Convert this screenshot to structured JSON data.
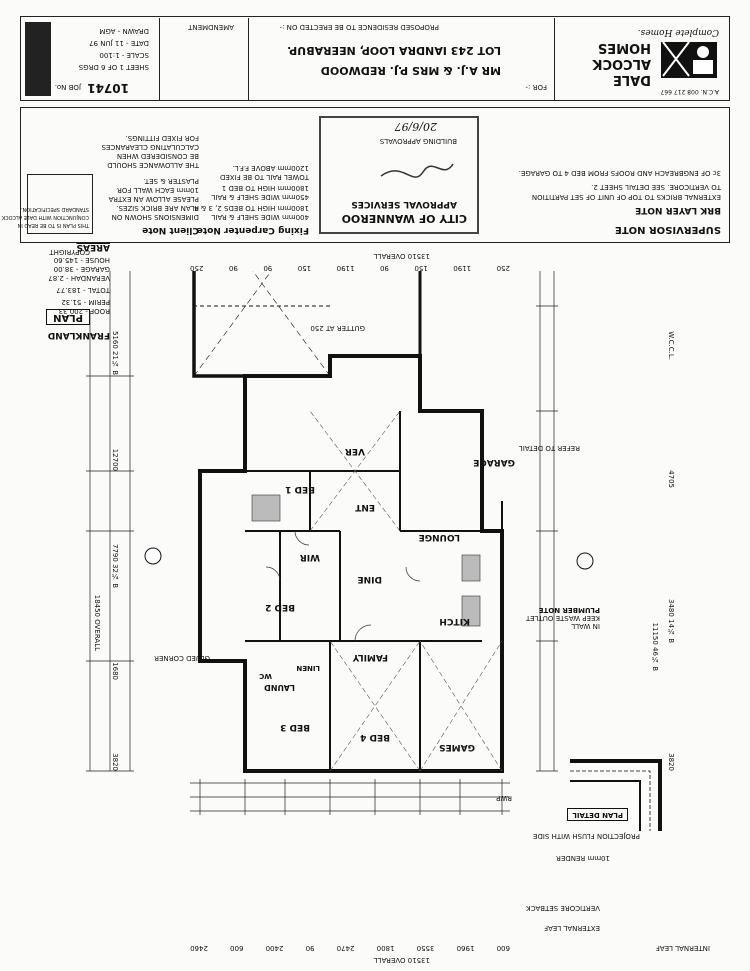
{
  "title_block": {
    "company_lines": [
      "DALE",
      "ALCOCK",
      "HOMES"
    ],
    "tagline": "Complete Homes.",
    "acn": "A.C.N. 008 217 667",
    "for_label": "FOR :-",
    "client": "MR A.J. & MRS P.J. REDWOOD",
    "lot": "LOT 243 IANDRA LOOP, NEERABUP.",
    "proposed": "PROPOSED RESIDENCE TO BE ERECTED ON :-",
    "amendment": "AMENDMENT",
    "drawn": "DRAWN - AGM",
    "date": "DATE - 11 JUN 97",
    "scale": "SCALE - 1:100",
    "sheet": "SHEET 1 OF 6 DRGS",
    "job_label": "JOB No.",
    "job_no": "10741"
  },
  "notes": {
    "supervisor_title": "SUPERVISOR NOTE",
    "brick_title": "BRK LAYER NOTE",
    "brick_1": "EXTERNAL BRICKS TO TOP OF UNIT OF SET PARTITION",
    "brick_2": "TO VERTICORE. SEE DETAIL SHEET 2.",
    "brick_3": "3c OF ENGBREACH AND ROOFS FROM BED 4 TO GARAGE.",
    "council_stamp_1": "CITY OF WANNEROO",
    "council_stamp_2": "APPROVAL SERVICES",
    "council_approved": "BUILDING APPROVALS",
    "council_date": "20/6/97",
    "fixing_title": "Fixing Carpenter Note",
    "fixing_1": "400mm WIDE SHELF & RAIL",
    "fixing_2": "1800mm HIGH TO BEDS 2, 3 & 4",
    "fixing_3": "450mm WIDE SHELF & RAIL",
    "fixing_4": "1800mm HIGH TO BED 1",
    "fixing_5": "TOWEL RAIL TO BE FIXED",
    "fixing_6": "1200mm ABOVE F.F.L.",
    "client_title": "Client Note",
    "client_1": "DIMENSIONS SHOWN ON",
    "client_2": "PLAN ARE BRICK SIZES.",
    "client_3": "PLEASE ALLOW AN EXTRA",
    "client_4": "10mm EACH WALL FOR",
    "client_5": "PLASTER & SET.",
    "allowance_1": "THE ALLOWANCE SHOULD",
    "allowance_2": "BE CONSIDERED WHEN",
    "allowance_3": "CALCULATING CLEARANCES",
    "allowance_4": "FOR FIXED FITTINGS.",
    "notice_1": "THIS PLAN IS TO BE READ IN",
    "notice_2": "CONJUNCTION WITH DALE ALCOCK",
    "notice_3": "STANDARD SPECIFICATION."
  },
  "areas": {
    "title": "AREAS",
    "house": "HOUSE - 145.60",
    "garage": "GARAGE - 38.00",
    "verandah": "VERANDAH - 2.87",
    "total": "TOTAL - 183.77",
    "perim": "PERIM - 51.32",
    "roof": "ROOF - 200.33"
  },
  "rooms": {
    "garage": "GARAGE",
    "bed1": "BED 1",
    "bed2": "BED 2",
    "bed3": "BED 3",
    "bed4": "BED 4",
    "ver": "VER",
    "ent": "ENT",
    "lounge": "LOUNGE",
    "dine": "DINE",
    "wir": "WIR",
    "kitch": "KITCH",
    "family": "FAMILY",
    "games": "GAMES",
    "laund": "LAUND",
    "linen": "LINEN",
    "wc": "WC"
  },
  "labels": {
    "plan": "PLAN",
    "frankland": "FRANKLAND",
    "copyright": "COPYRIGHT",
    "plan_detail": "PLAN DETAIL",
    "overall_top": "13510 OVERALL",
    "overall_bottom": "13510 OVERALL",
    "overall_left": "18450 OVERALL",
    "overall_right": "11150 46¼ B",
    "gutter": "GUTTER AT 250",
    "refer_detail": "REFER TO DETAIL",
    "plumber_1": "PLUMBER NOTE",
    "plumber_2": "KEEP WASTE OUTLET",
    "plumber_3": "IN WALL",
    "glued_corner": "GLUED CORNER",
    "rwp": "RWP",
    "verticore": "VERTICORE SETBACK",
    "internal_leaf": "INTERNAL LEAF",
    "external_leaf": "EXTERNAL LEAF",
    "render": "10mm RENDER",
    "projection": "PROJECTION FLUSH WITH SIDE"
  },
  "dims_top": [
    "250",
    "1190",
    "150",
    "90",
    "1190",
    "150",
    "90",
    "90",
    "250"
  ],
  "dims_bottom": [
    "600",
    "1960",
    "3550",
    "1800",
    "2470",
    "90",
    "2400",
    "600",
    "2460"
  ],
  "dims_left": [
    "3820",
    "1680",
    "7790 32¼ B",
    "12700",
    "5160 21¼ B"
  ],
  "dims_right": [
    "3820",
    "3480 14¼ B",
    "4705",
    "W.C.C.L."
  ]
}
